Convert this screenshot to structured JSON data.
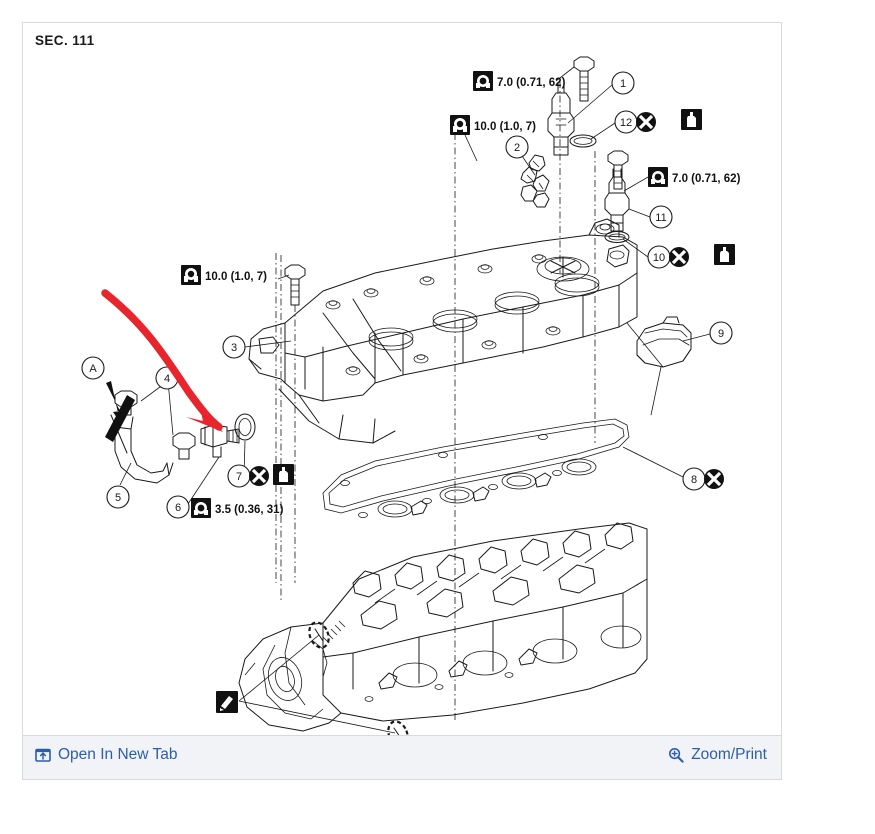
{
  "viewer": {
    "section_label": "SEC. 111",
    "footer": {
      "open_new_tab_label": "Open In New Tab",
      "open_new_tab_icon": "open-in-new-window-icon",
      "zoom_print_label": "Zoom/Print",
      "zoom_print_icon": "magnifier-plus-icon",
      "link_color": "#2b5fa8",
      "background": "#f2f3f7"
    }
  },
  "diagram": {
    "title": "SEC. 111",
    "line_color": "#1a1a1a",
    "annotation": {
      "type": "hand-drawn-arrow",
      "color": "#e8252c",
      "description": "red arrow pointing to part 4 / oil pressure switch area"
    },
    "torque_specs": [
      {
        "id": "t1",
        "icon": "torque-socket-icon",
        "text": "7.0 (0.71, 62)"
      },
      {
        "id": "t2",
        "icon": "torque-socket-icon",
        "text": "10.0 (1.0, 7)"
      },
      {
        "id": "t3",
        "icon": "torque-socket-icon",
        "text": "7.0 (0.71, 62)"
      },
      {
        "id": "t4",
        "icon": "torque-socket-icon",
        "text": "10.0 (1.0, 7)"
      },
      {
        "id": "t5",
        "icon": "torque-socket-icon",
        "text": "3.5 (0.36, 31)"
      }
    ],
    "callouts": [
      {
        "id": "1",
        "label": "1"
      },
      {
        "id": "2",
        "label": "2"
      },
      {
        "id": "3",
        "label": "3"
      },
      {
        "id": "4",
        "label": "4"
      },
      {
        "id": "5",
        "label": "5"
      },
      {
        "id": "6",
        "label": "6"
      },
      {
        "id": "7",
        "label": "7"
      },
      {
        "id": "8",
        "label": "8"
      },
      {
        "id": "9",
        "label": "9"
      },
      {
        "id": "10",
        "label": "10"
      },
      {
        "id": "11",
        "label": "11"
      },
      {
        "id": "12",
        "label": "12"
      },
      {
        "id": "A",
        "label": "A"
      }
    ],
    "symbol_icons": [
      {
        "id": "s7",
        "after_callout": "7",
        "icons": [
          "no-reuse-x-icon",
          "lubricant-can-icon"
        ]
      },
      {
        "id": "s8",
        "after_callout": "8",
        "icons": [
          "no-reuse-x-icon"
        ]
      },
      {
        "id": "s10",
        "after_callout": "10",
        "icons": [
          "no-reuse-x-icon",
          "lubricant-can-icon"
        ]
      },
      {
        "id": "s12",
        "after_callout": "12",
        "icons": [
          "no-reuse-x-icon",
          "lubricant-can-icon"
        ]
      },
      {
        "id": "sealant",
        "after_callout": "",
        "icons": [
          "liquid-gasket-icon"
        ]
      }
    ]
  }
}
